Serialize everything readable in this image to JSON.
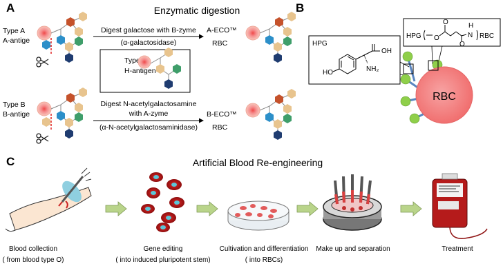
{
  "panel_a": {
    "letter": "A",
    "title": "Enzymatic digestion",
    "type_a": {
      "line1": "Type A",
      "line2": "A-antige"
    },
    "type_b": {
      "line1": "Type B",
      "line2": "B-antige"
    },
    "reaction_a": {
      "line1": "Digest galactose with B-zyme",
      "line2": "(α-galactosidase)"
    },
    "reaction_b": {
      "line1": "Digest N-acetylgalactosamine",
      "line2": "with A-zyme",
      "line3": "(α-N-acetylgalactosaminidase)"
    },
    "product_a": {
      "line1": "A-ECO™",
      "line2": "RBC"
    },
    "product_b": {
      "line1": "B-ECO™",
      "line2": "RBC"
    },
    "type_o": {
      "line1": "Type O",
      "line2": "H-antigen"
    }
  },
  "panel_b": {
    "letter": "B",
    "hpg_label": "HPG",
    "oh": "OH",
    "ho": "HO",
    "nh2": "NH₂",
    "linker": {
      "hpg": "HPG",
      "h": "H",
      "n": "N",
      "o": "O",
      "rbc": "RBC"
    },
    "cell_label": "RBC"
  },
  "panel_c": {
    "letter": "C",
    "title": "Artificial Blood Re-engineering",
    "steps": [
      {
        "label": "Blood collection",
        "sub": "( from blood type O)"
      },
      {
        "label": "Gene editing",
        "sub": "( into induced pluripotent stem)"
      },
      {
        "label": "Cultivation and differentiation",
        "sub": "( into RBCs)"
      },
      {
        "label": "Make up and separation",
        "sub": ""
      },
      {
        "label": "Treatment",
        "sub": ""
      }
    ]
  },
  "colors": {
    "cell_red": "#f26b6b",
    "cell_pink": "#f5b5a8",
    "sugar_orange": "#c5522b",
    "sugar_tan": "#e8c48e",
    "sugar_green": "#3f9e6a",
    "sugar_navy": "#1f3c70",
    "sugar_blue": "#2c8fc9",
    "ball_green": "#8fcf4a",
    "arrow_green": "#b9d48a"
  }
}
